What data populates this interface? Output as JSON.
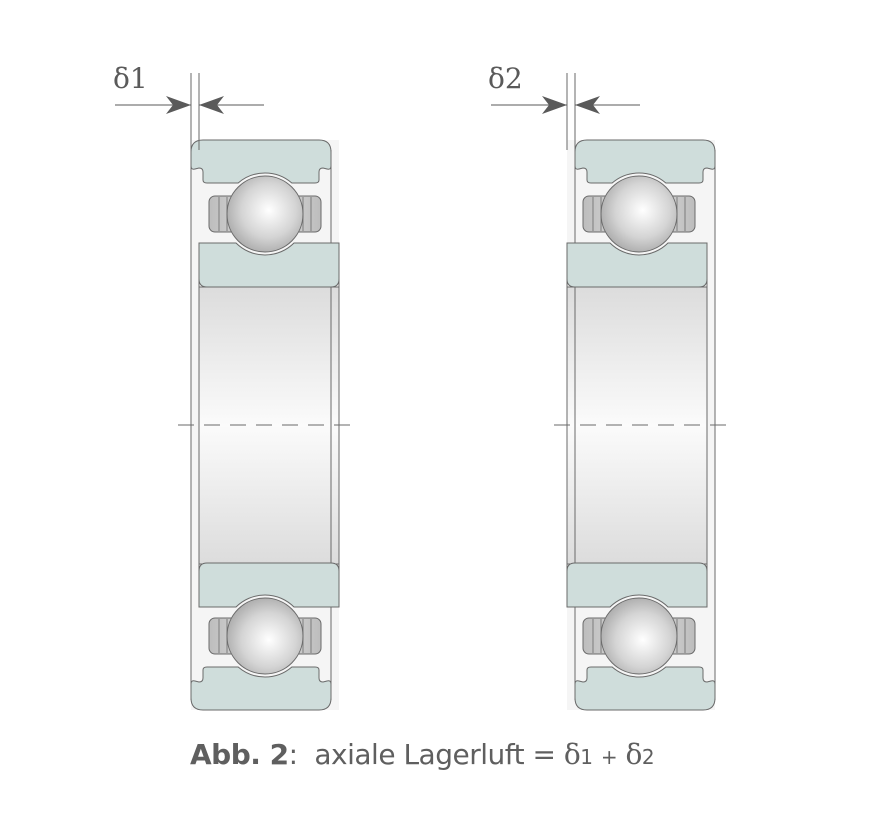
{
  "figure": {
    "label_left": "δ1",
    "label_right": "δ2",
    "caption": {
      "figure_number": "Abb. 2",
      "separator": ":",
      "text": "axiale Lagerluft =",
      "delta1_symbol": "δ",
      "delta1_index": "1",
      "plus": "+",
      "delta2_symbol": "δ",
      "delta2_index": "2"
    }
  },
  "colors": {
    "ring_fill": "#cfdddb",
    "stroke": "#6a6a6a",
    "arrow": "#5a5a5a",
    "text": "#5f5f5f"
  }
}
